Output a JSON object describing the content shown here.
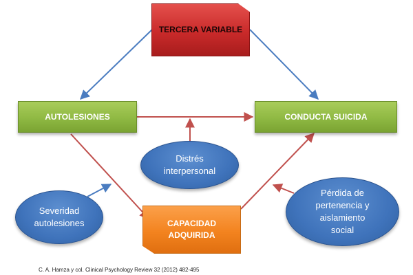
{
  "nodes": {
    "tercera_variable": "TERCERA VARIABLE",
    "autolesiones": "AUTOLESIONES",
    "conducta_suicida": "CONDUCTA SUICIDA",
    "capacidad_adquirida": [
      "CAPACIDAD",
      "ADQUIRIDA"
    ],
    "distres_interpersonal": [
      "Distrés",
      "interpersonal"
    ],
    "severidad_autolesiones": [
      "Severidad",
      "autolesiones"
    ],
    "perdida_pertenencia": [
      "Pérdida de",
      "pertenencia y",
      "aislamiento",
      "social"
    ]
  },
  "citation": "C. A. Hamza y col. Clinical Psychology  Review 32 (2012) 482-495",
  "colors": {
    "red_box": "#c92a2a",
    "green_box": "#8fb943",
    "orange_box": "#f3831f",
    "blue_ellipse": "#3f73bb",
    "arrow_blue": "#4a7cc0",
    "arrow_red": "#c0504d"
  }
}
